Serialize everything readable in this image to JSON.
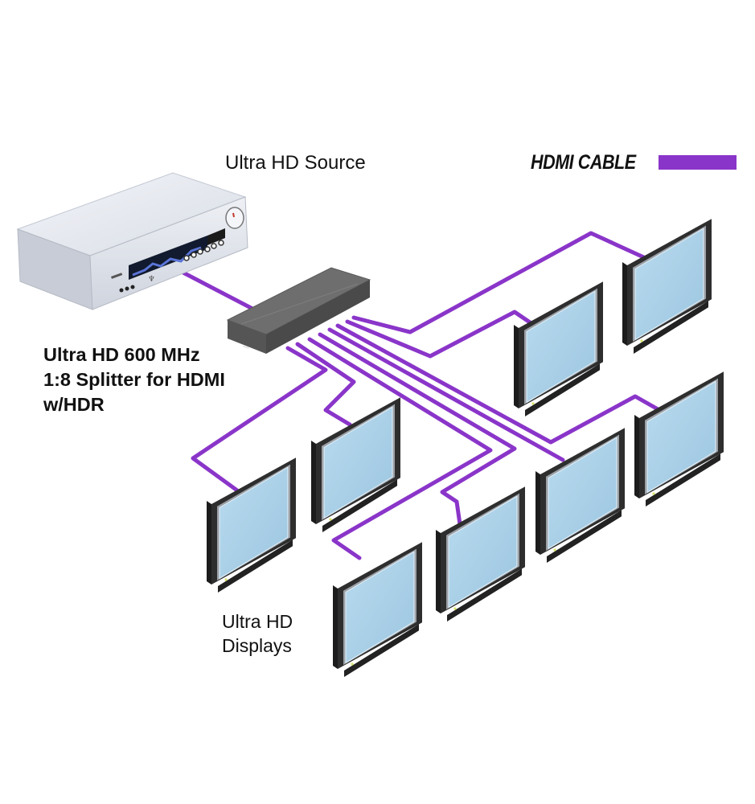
{
  "labels": {
    "source": "Ultra HD Source",
    "splitter_line1": "Ultra HD 600 MHz",
    "splitter_line2": "1:8 Splitter for HDMI",
    "splitter_line3": "w/HDR",
    "displays_line1": "Ultra HD",
    "displays_line2": "Displays"
  },
  "legend": {
    "label": "HDMI CABLE",
    "color": "#8a35c9"
  },
  "colors": {
    "cable": "#8a35c9",
    "splitter_top": "#6b6b6b",
    "splitter_front": "#555555",
    "screen": "#a9cfe6",
    "bezel": "#2e2e2e",
    "source_body": "#e4e8ef"
  },
  "devices": {
    "source": {
      "type": "Ultra HD Source"
    },
    "splitter": {
      "type": "1:8 HDMI Splitter",
      "outputs": 8
    },
    "displays": [
      {
        "id": 1
      },
      {
        "id": 2
      },
      {
        "id": 3
      },
      {
        "id": 4
      },
      {
        "id": 5
      },
      {
        "id": 6
      },
      {
        "id": 7
      },
      {
        "id": 8
      }
    ]
  }
}
